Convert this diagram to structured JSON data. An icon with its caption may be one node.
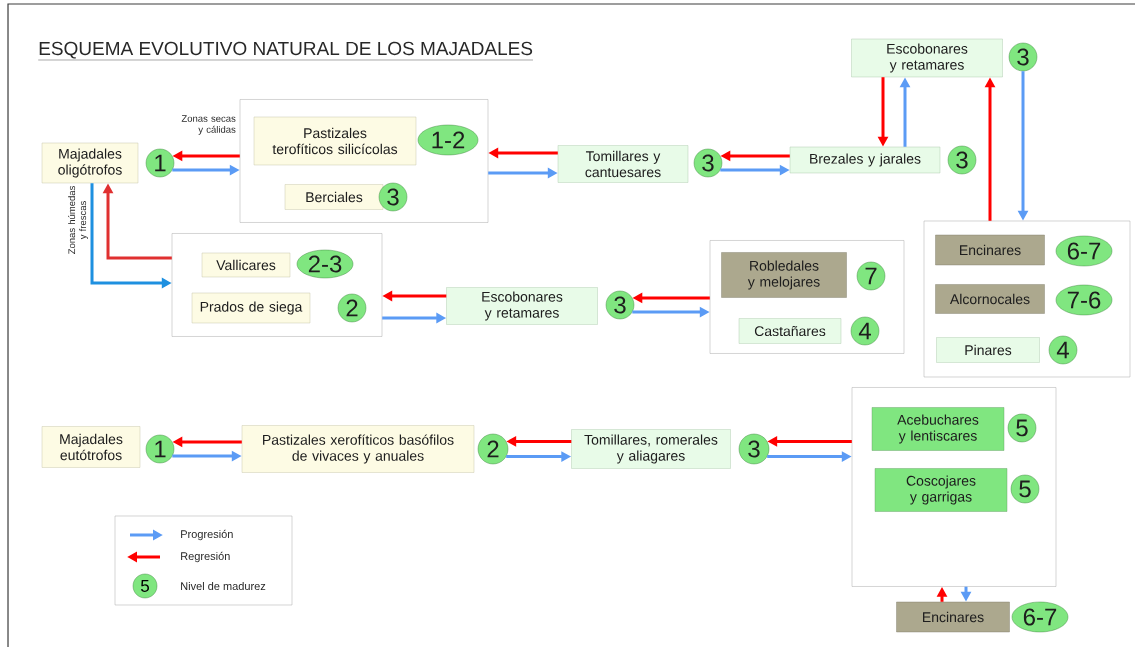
{
  "diagram": {
    "title": "ESQUEMA EVOLUTIVO NATURAL DE LOS MAJADALES",
    "nodes": [
      {
        "text": [
          "Majadales oligótrofos"
        ]
      },
      {
        "text": [
          "1"
        ]
      },
      {
        "text": [],
        "shape": "box"
      },
      {
        "text": [
          "Pastizales terofíticos silicícolas"
        ],
        "in": 2
      },
      {
        "text": [
          "1-2"
        ],
        "in": 2
      },
      {
        "text": [
          "Berciales"
        ],
        "in": 2
      },
      {
        "text": [
          "3"
        ],
        "in": 2
      },
      {
        "text": [
          "Tomillares y cantuesares"
        ]
      },
      {
        "text": [
          "3"
        ]
      },
      {
        "text": [
          "Brezales y jarales"
        ]
      },
      {
        "text": [
          "3"
        ]
      },
      {
        "text": [
          "Escobonares y retamares"
        ]
      },
      {
        "text": [
          "3"
        ]
      },
      {
        "text": [],
        "shape": "box"
      },
      {
        "text": [
          "Encinares"
        ],
        "in": 13
      },
      {
        "text": [
          "6-7"
        ],
        "in": 13
      },
      {
        "text": [
          "Alcornocales"
        ],
        "in": 13
      },
      {
        "text": [
          "7-6"
        ],
        "in": 13
      },
      {
        "text": [
          "Pinares"
        ],
        "in": 13
      },
      {
        "text": [
          "4"
        ],
        "in": 13
      },
      {
        "text": [],
        "shape": "box"
      },
      {
        "text": [
          "Vallicares"
        ],
        "in": 20
      },
      {
        "text": [
          "2-3"
        ],
        "in": 20
      },
      {
        "text": [
          "Prados de siega"
        ],
        "in": 20
      },
      {
        "text": [
          "2"
        ],
        "in": 20
      },
      {
        "text": [
          "Escobonares y retamares"
        ]
      },
      {
        "text": [
          "3"
        ]
      },
      {
        "text": [],
        "shape": "box"
      },
      {
        "text": [
          "Robledales y melojares"
        ],
        "in": 27
      },
      {
        "text": [
          "7"
        ],
        "in": 27
      },
      {
        "text": [
          "Castañares"
        ],
        "in": 27
      },
      {
        "text": [
          "4"
        ],
        "in": 27
      },
      {
        "text": [
          "Majadales eutótrofos"
        ]
      },
      {
        "text": [
          "1"
        ]
      },
      {
        "text": [
          "Pastizales xerofíticos basófilos de vivaces y anuales"
        ]
      },
      {
        "text": [
          "2"
        ]
      },
      {
        "text": [
          "Tomillares, romerales y aliagares"
        ]
      },
      {
        "text": [
          "3"
        ]
      },
      {
        "text": [],
        "shape": "box"
      },
      {
        "text": [
          "Acebuchares y lentiscares"
        ],
        "in": 38
      },
      {
        "text": [
          "5"
        ],
        "in": 38
      },
      {
        "text": [
          "Coscojares y garrigas"
        ],
        "in": 38
      },
      {
        "text": [
          "5"
        ],
        "in": 38
      },
      {
        "text": [
          "Encinares"
        ]
      },
      {
        "text": [
          "6-7"
        ]
      }
    ],
    "edges": [
      {
        "from": 1,
        "to": 2,
        "arrow": "to",
        "color": "#5b9bf5"
      },
      {
        "from": 2,
        "to": 1,
        "arrow": "to",
        "color": "#ff0000"
      },
      {
        "from": 2,
        "to": 7,
        "arrow": "to",
        "color": "#5b9bf5"
      },
      {
        "from": 7,
        "to": 2,
        "arrow": "to",
        "color": "#ff0000"
      },
      {
        "from": 8,
        "to": 9,
        "arrow": "to",
        "color": "#5b9bf5"
      },
      {
        "from": 9,
        "to": 8,
        "arrow": "to",
        "color": "#ff0000"
      },
      {
        "from": 9,
        "to": 11,
        "arrow": "to",
        "color": "#5b9bf5"
      },
      {
        "from": 11,
        "to": 9,
        "arrow": "to",
        "color": "#ff0000"
      },
      {
        "from": 12,
        "to": 13,
        "arrow": "to",
        "color": "#5b9bf5"
      },
      {
        "from": 13,
        "to": 11,
        "arrow": "to",
        "color": "#ff0000"
      },
      {
        "from": 0,
        "to": 20,
        "arrow": "to",
        "color": "#1e90e0"
      },
      {
        "from": 20,
        "to": 0,
        "arrow": "to",
        "color": "#e03030"
      },
      {
        "from": 20,
        "to": 25,
        "arrow": "to",
        "color": "#5b9bf5"
      },
      {
        "from": 25,
        "to": 20,
        "arrow": "to",
        "color": "#ff0000"
      },
      {
        "from": 26,
        "to": 27,
        "arrow": "to",
        "color": "#5b9bf5"
      },
      {
        "from": 27,
        "to": 26,
        "arrow": "to",
        "color": "#ff0000"
      },
      {
        "from": 33,
        "to": 34,
        "arrow": "to",
        "color": "#5b9bf5"
      },
      {
        "from": 34,
        "to": 33,
        "arrow": "to",
        "color": "#ff0000"
      },
      {
        "from": 35,
        "to": 36,
        "arrow": "to",
        "color": "#5b9bf5"
      },
      {
        "from": 36,
        "to": 35,
        "arrow": "to",
        "color": "#ff0000"
      },
      {
        "from": 37,
        "to": 38,
        "arrow": "to",
        "color": "#5b9bf5"
      },
      {
        "from": 38,
        "to": 37,
        "arrow": "to",
        "color": "#ff0000"
      },
      {
        "from": 43,
        "to": 38,
        "arrow": "to",
        "color": "#ff0000"
      },
      {
        "from": 38,
        "to": 43,
        "arrow": "to",
        "color": "#5b9bf5"
      }
    ],
    "labels": [
      "Zonas secas y cálidas",
      "Zonas húmedas y frescas",
      "5"
    ],
    "legend": [
      {
        "text": "Progresión"
      },
      {
        "text": "Regresión"
      },
      {
        "text": "Nivel de madurez"
      }
    ]
  }
}
